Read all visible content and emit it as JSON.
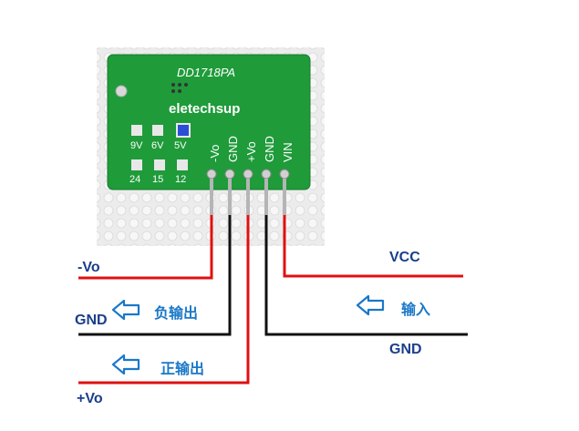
{
  "board": {
    "model": "DD1718PA",
    "brand": "eletechsup",
    "jumper_top": [
      "9V",
      "6V",
      "5V"
    ],
    "jumper_bottom": [
      "24",
      "15",
      "12"
    ],
    "pins": [
      "-Vo",
      "GND",
      "+Vo",
      "GND",
      "VIN"
    ]
  },
  "wires": {
    "left": {
      "neg_out": "-Vo",
      "gnd": "GND",
      "pos_out": "+Vo",
      "neg_output_caption": "负输出",
      "pos_output_caption": "正输出"
    },
    "right": {
      "vcc": "VCC",
      "input_caption": "输入",
      "gnd": "GND"
    }
  },
  "colors": {
    "pcb": "#1f9b3a",
    "red_wire": "#e01010",
    "black_wire": "#111111",
    "arrow": "#1a78c8"
  }
}
